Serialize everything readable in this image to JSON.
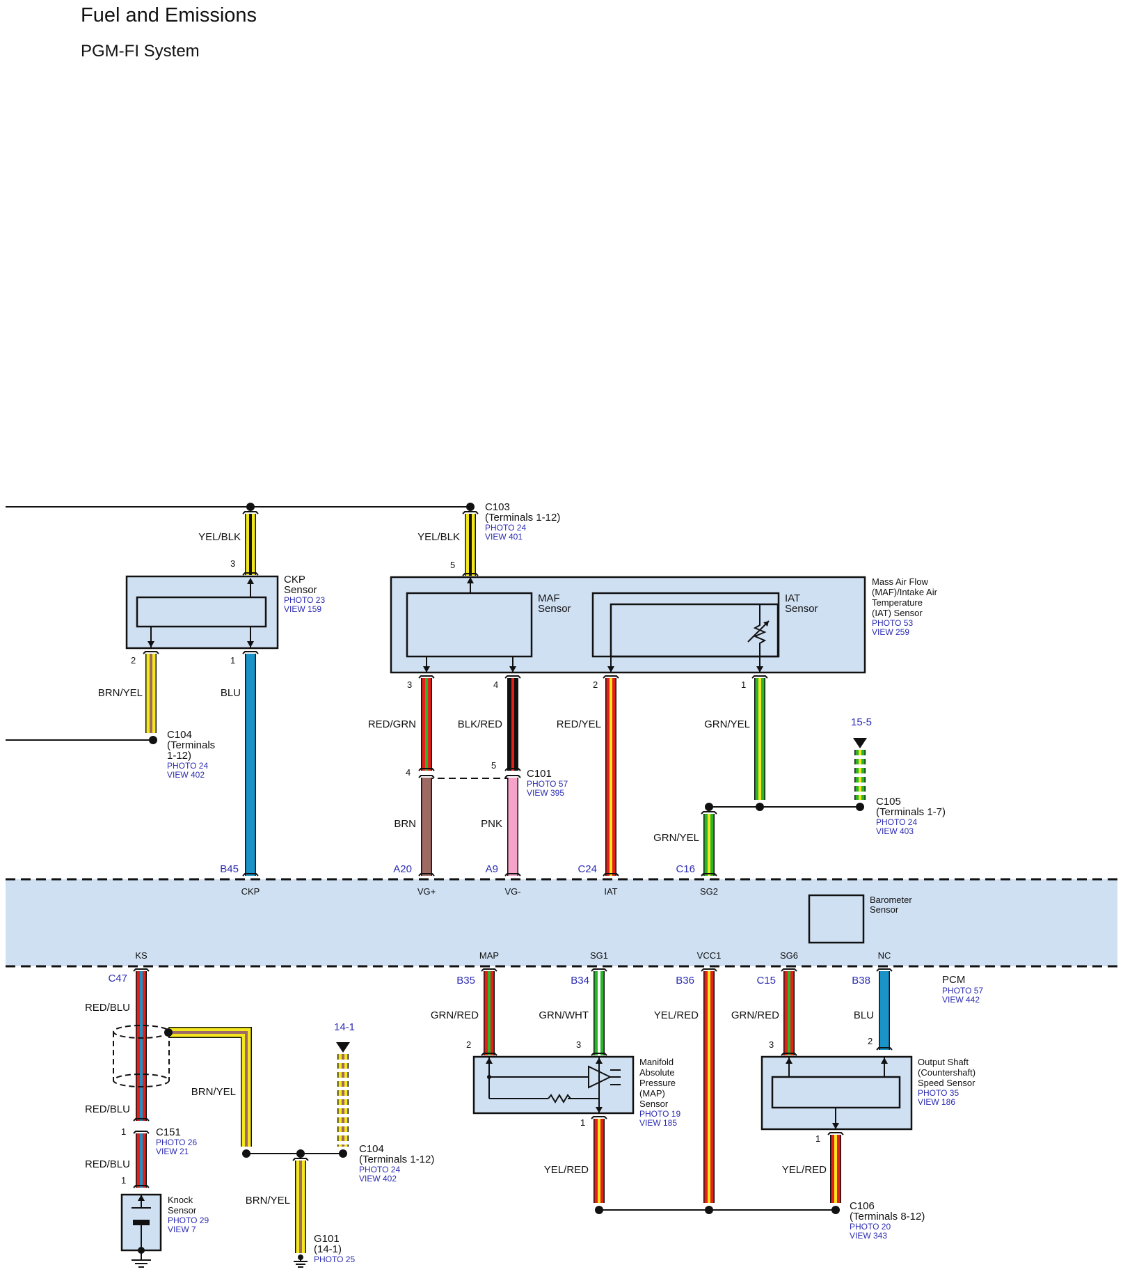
{
  "header": {
    "title": "Fuel and Emissions",
    "subtitle": "PGM-FI System"
  },
  "colors": {
    "box": "#cfe0f3",
    "ref_text": "#2b2bb3",
    "YEL": "#f5e71d",
    "BLK": "#111111",
    "BRN": "#a06a64",
    "BLU": "#1a93c8",
    "RED": "#e32119",
    "GRN": "#2bb52b",
    "PNK": "#f7a2c9",
    "WHT": "#ffffff"
  },
  "components": {
    "ckp": {
      "line1": "CKP",
      "line2": "Sensor",
      "photo": "PHOTO 23",
      "view": "VIEW 159"
    },
    "maf_iat": {
      "line1": "Mass Air Flow",
      "line2": "(MAF)/Intake Air",
      "line3": "Temperature",
      "line4": "(IAT) Sensor",
      "photo": "PHOTO 53",
      "view": "VIEW 259",
      "maf1": "MAF",
      "maf2": "Sensor",
      "iat1": "IAT",
      "iat2": "Sensor"
    },
    "barometer": {
      "line1": "Barometer",
      "line2": "Sensor"
    },
    "pcm": {
      "name": "PCM",
      "photo": "PHOTO 57",
      "view": "VIEW 442"
    },
    "map": {
      "line1": "Manifold",
      "line2": "Absolute",
      "line3": "Pressure",
      "line4": "(MAP)",
      "line5": "Sensor",
      "photo": "PHOTO 19",
      "view": "VIEW 185"
    },
    "oss": {
      "line1": "Output Shaft",
      "line2": "(Countershaft)",
      "line3": "Speed Sensor",
      "photo": "PHOTO 35",
      "view": "VIEW 186"
    },
    "knock": {
      "line1": "Knock",
      "line2": "Sensor",
      "photo": "PHOTO 29",
      "view": "VIEW 7"
    }
  },
  "connectors": {
    "c103": {
      "name": "C103",
      "terms": "(Terminals 1-12)",
      "photo": "PHOTO 24",
      "view": "VIEW 401"
    },
    "c104_top": {
      "name": "C104",
      "t1": "(Terminals",
      "t2": "1-12)",
      "photo": "PHOTO 24",
      "view": "VIEW 402"
    },
    "c101": {
      "name": "C101",
      "photo": "PHOTO 57",
      "view": "VIEW 395"
    },
    "c105": {
      "name": "C105",
      "terms": "(Terminals 1-7)",
      "photo": "PHOTO 24",
      "view": "VIEW 403"
    },
    "c151": {
      "name": "C151",
      "photo": "PHOTO 26",
      "view": "VIEW 21"
    },
    "c104_bot": {
      "name": "C104",
      "terms": "(Terminals 1-12)",
      "photo": "PHOTO 24",
      "view": "VIEW 402"
    },
    "c106": {
      "name": "C106",
      "terms": "(Terminals 8-12)",
      "photo": "PHOTO 20",
      "view": "VIEW 343"
    },
    "g101": {
      "name": "G101",
      "terms": "(14-1)",
      "photo": "PHOTO 25"
    }
  },
  "refs": {
    "r15_5": "15-5",
    "r14_1": "14-1"
  },
  "wires": {
    "yel_blk_ckp": "YEL/BLK",
    "yel_blk_maf": "YEL/BLK",
    "brn_yel_top": "BRN/YEL",
    "blu_ckp": "BLU",
    "red_grn": "RED/GRN",
    "blk_red": "BLK/RED",
    "red_yel": "RED/YEL",
    "grn_yel_1": "GRN/YEL",
    "brn": "BRN",
    "pnk": "PNK",
    "grn_yel_2": "GRN/YEL",
    "red_blu_1": "RED/BLU",
    "red_blu_2": "RED/BLU",
    "red_blu_3": "RED/BLU",
    "brn_yel_shield": "BRN/YEL",
    "brn_yel_g101": "BRN/YEL",
    "grn_red_map": "GRN/RED",
    "grn_wht": "GRN/WHT",
    "yel_red_vcc": "YEL/RED",
    "grn_red_oss": "GRN/RED",
    "blu_nc": "BLU",
    "yel_red_map": "YEL/RED",
    "yel_red_oss": "YEL/RED"
  },
  "pins": {
    "ckp_3": "3",
    "ckp_2": "2",
    "ckp_1": "1",
    "maf_5": "5",
    "maf_3": "3",
    "maf_4": "4",
    "iat_2": "2",
    "iat_1": "1",
    "c101_4": "4",
    "c101_5": "5",
    "map_2": "2",
    "map_3": "3",
    "map_1": "1",
    "oss_3": "3",
    "oss_2": "2",
    "oss_1": "1",
    "ks_1a": "1",
    "ks_1b": "1"
  },
  "pcm_pins": {
    "b45": "B45",
    "a20": "A20",
    "a9": "A9",
    "c24": "C24",
    "c16": "C16",
    "c47": "C47",
    "b35": "B35",
    "b34": "B34",
    "b36": "B36",
    "c15": "C15",
    "b38": "B38"
  },
  "pcm_signals": {
    "ckp": "CKP",
    "vgp": "VG+",
    "vgm": "VG-",
    "iat": "IAT",
    "sg2": "SG2",
    "ks": "KS",
    "map": "MAP",
    "sg1": "SG1",
    "vcc1": "VCC1",
    "sg6": "SG6",
    "nc": "NC"
  }
}
